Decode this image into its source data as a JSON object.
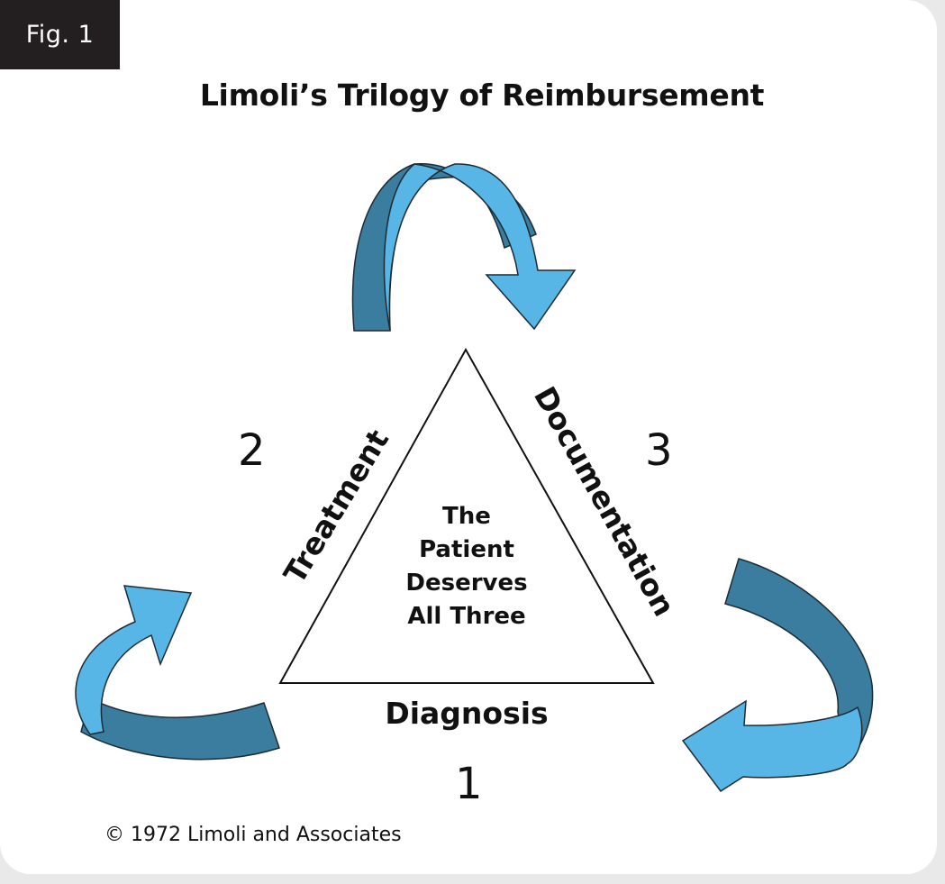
{
  "figure_label": "Fig. 1",
  "title": "Limoli’s Trilogy of Reimbursement",
  "triangle": {
    "left_side_label": "Treatment",
    "right_side_label": "Documentation",
    "bottom_label": "Diagnosis",
    "center_lines": [
      "The",
      "Patient",
      "Deserves",
      "All Three"
    ]
  },
  "numbers": {
    "diagnosis": "1",
    "treatment": "2",
    "documentation": "3"
  },
  "copyright": "© 1972 Limoli and Associates",
  "colors": {
    "arrow_light": "#57b6e6",
    "arrow_dark": "#3a7d9f",
    "arrow_outline": "#1c2b35",
    "fig_tag_bg": "#231f20",
    "card_bg": "#ffffff",
    "page_bg": "#e9e9e9"
  }
}
